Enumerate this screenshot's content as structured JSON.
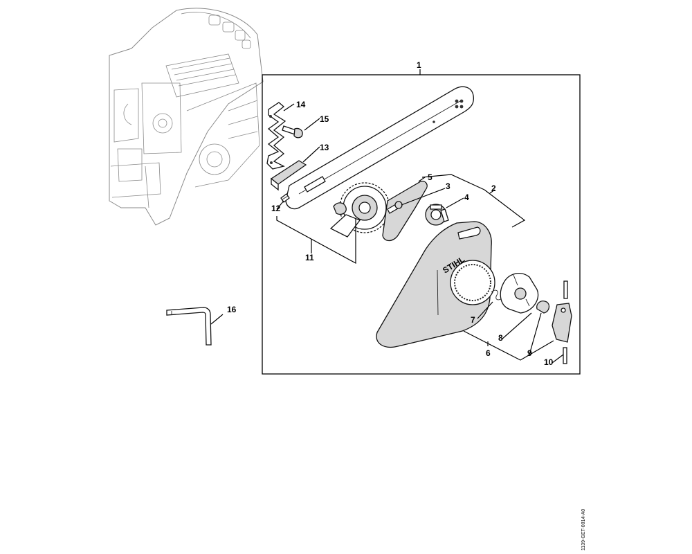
{
  "diagram": {
    "reference_code": "1139-GET-0014-A0",
    "logo_text": "STIHL",
    "callouts": {
      "c1": "1",
      "c2": "2",
      "c3": "3",
      "c4": "4",
      "c5": "5",
      "c6": "6",
      "c7": "7",
      "c8": "8",
      "c9": "9",
      "c10": "10",
      "c11": "11",
      "c12": "12",
      "c13": "13",
      "c14": "14",
      "c15": "15",
      "c16": "16"
    }
  }
}
